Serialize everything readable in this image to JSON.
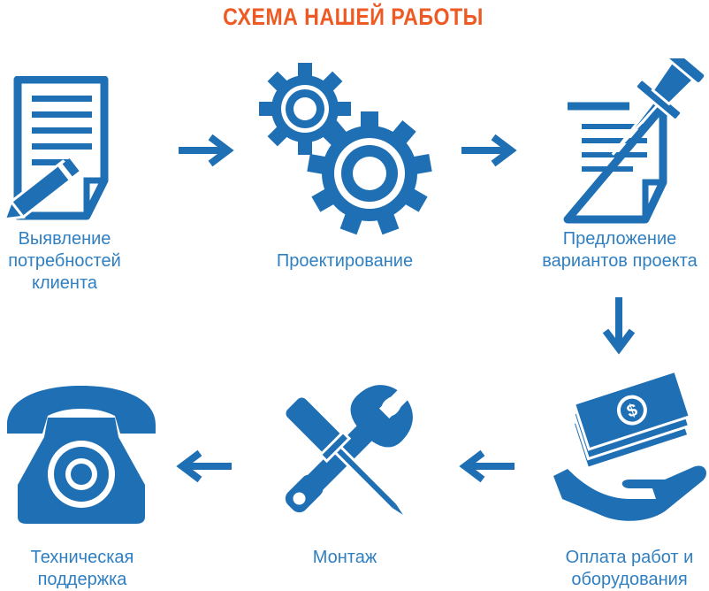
{
  "title": "СХЕМА НАШЕЙ РАБОТЫ",
  "colors": {
    "accent": "#ee5a24",
    "primary": "#1f6fb5",
    "text": "#2f7fc1"
  },
  "steps": [
    {
      "icon": "document-pencil-icon",
      "lines": [
        "Выявление",
        "потребностей",
        "клиента"
      ]
    },
    {
      "icon": "gears-icon",
      "lines": [
        "Проектирование"
      ]
    },
    {
      "icon": "document-pin-icon",
      "lines": [
        "Предложение",
        "вариантов проекта"
      ]
    },
    {
      "icon": "money-hand-icon",
      "lines": [
        "Оплата работ и",
        "оборудования"
      ]
    },
    {
      "icon": "wrench-screwdriver-icon",
      "lines": [
        "Монтаж"
      ]
    },
    {
      "icon": "telephone-icon",
      "lines": [
        "Техническая",
        "поддержка"
      ]
    }
  ]
}
